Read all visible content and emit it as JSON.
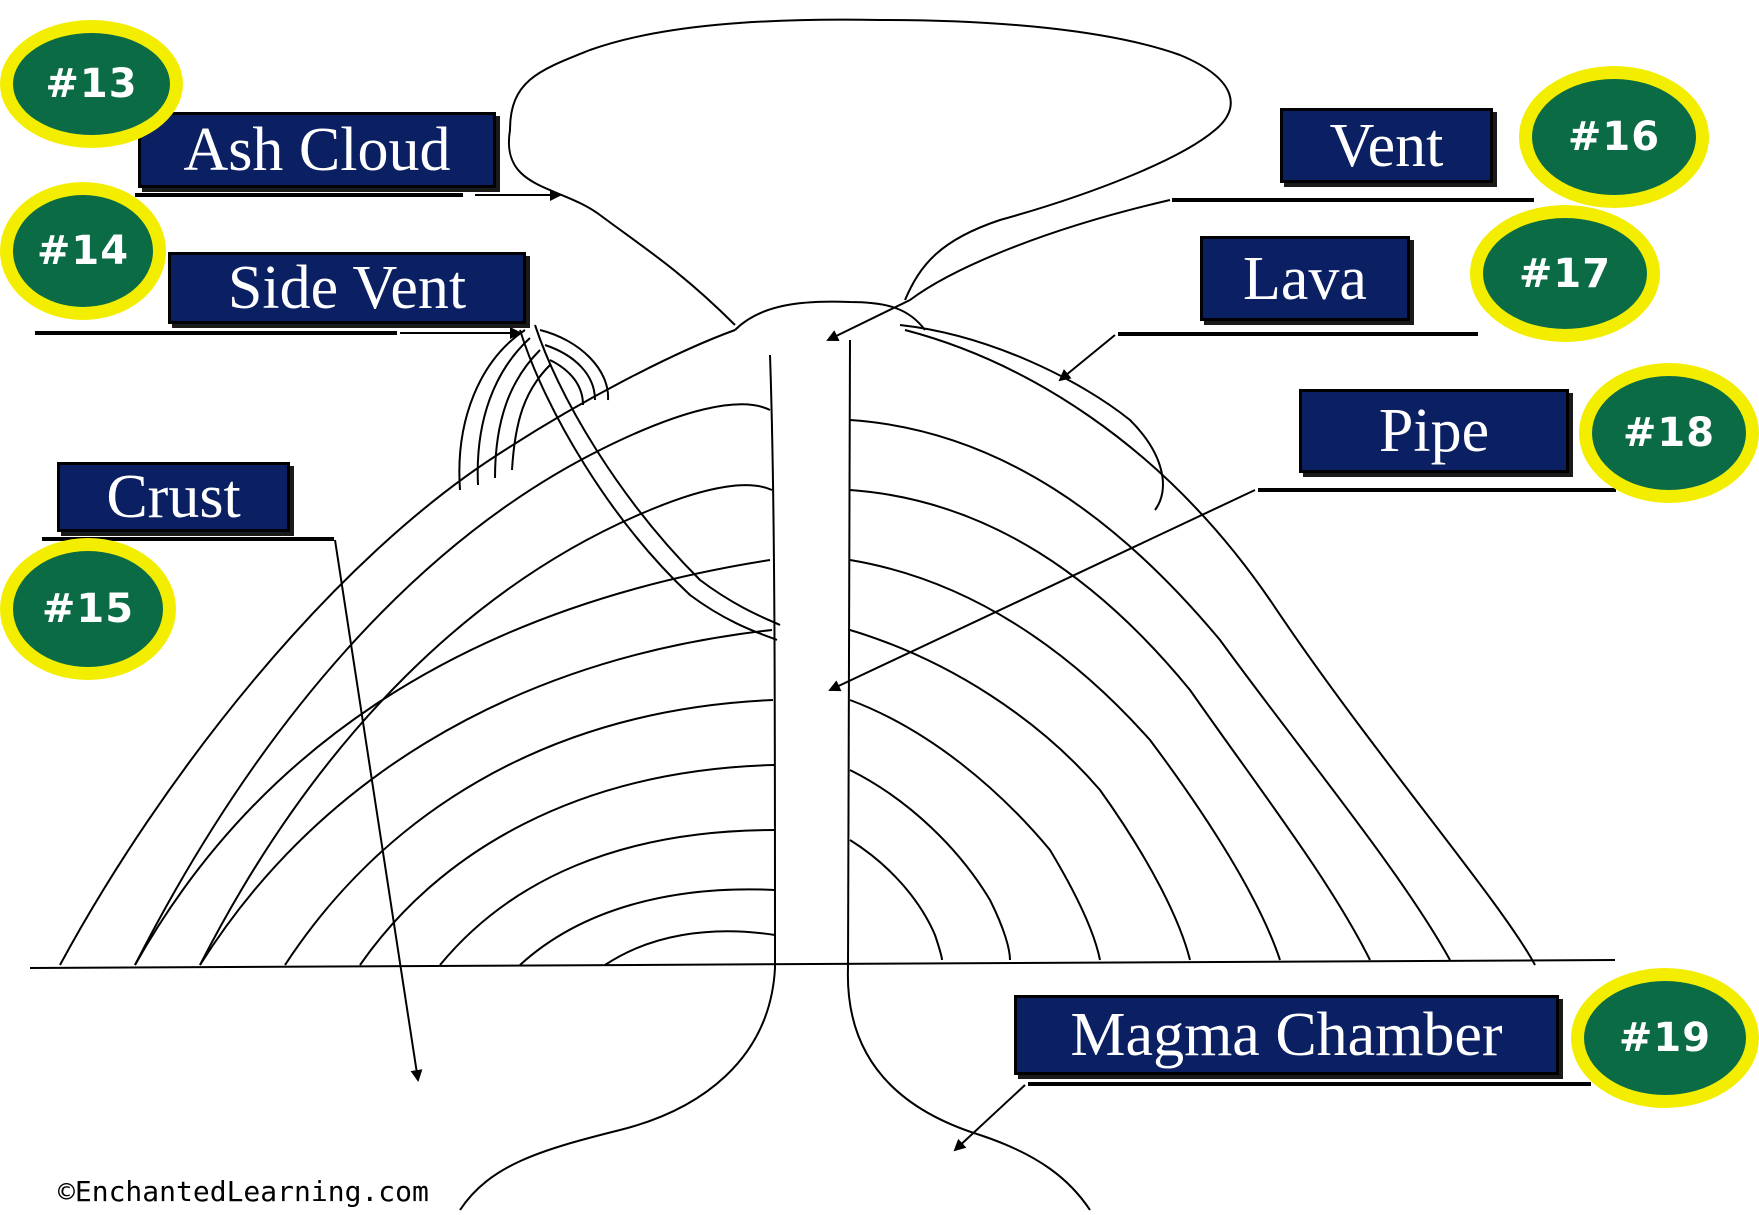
{
  "labels": {
    "ash_cloud": "Ash Cloud",
    "side_vent": "Side Vent",
    "crust": "Crust",
    "vent": "Vent",
    "lava": "Lava",
    "pipe": "Pipe",
    "magma_chamber": "Magma Chamber"
  },
  "badges": {
    "b13": "#13",
    "b14": "#14",
    "b15": "#15",
    "b16": "#16",
    "b17": "#17",
    "b18": "#18",
    "b19": "#19"
  },
  "credit": "©EnchantedLearning.com",
  "colors": {
    "label_fill": "#0b1f63",
    "badge_fill": "#0b6b45",
    "badge_ring": "#f3ee00",
    "line": "#000000"
  }
}
